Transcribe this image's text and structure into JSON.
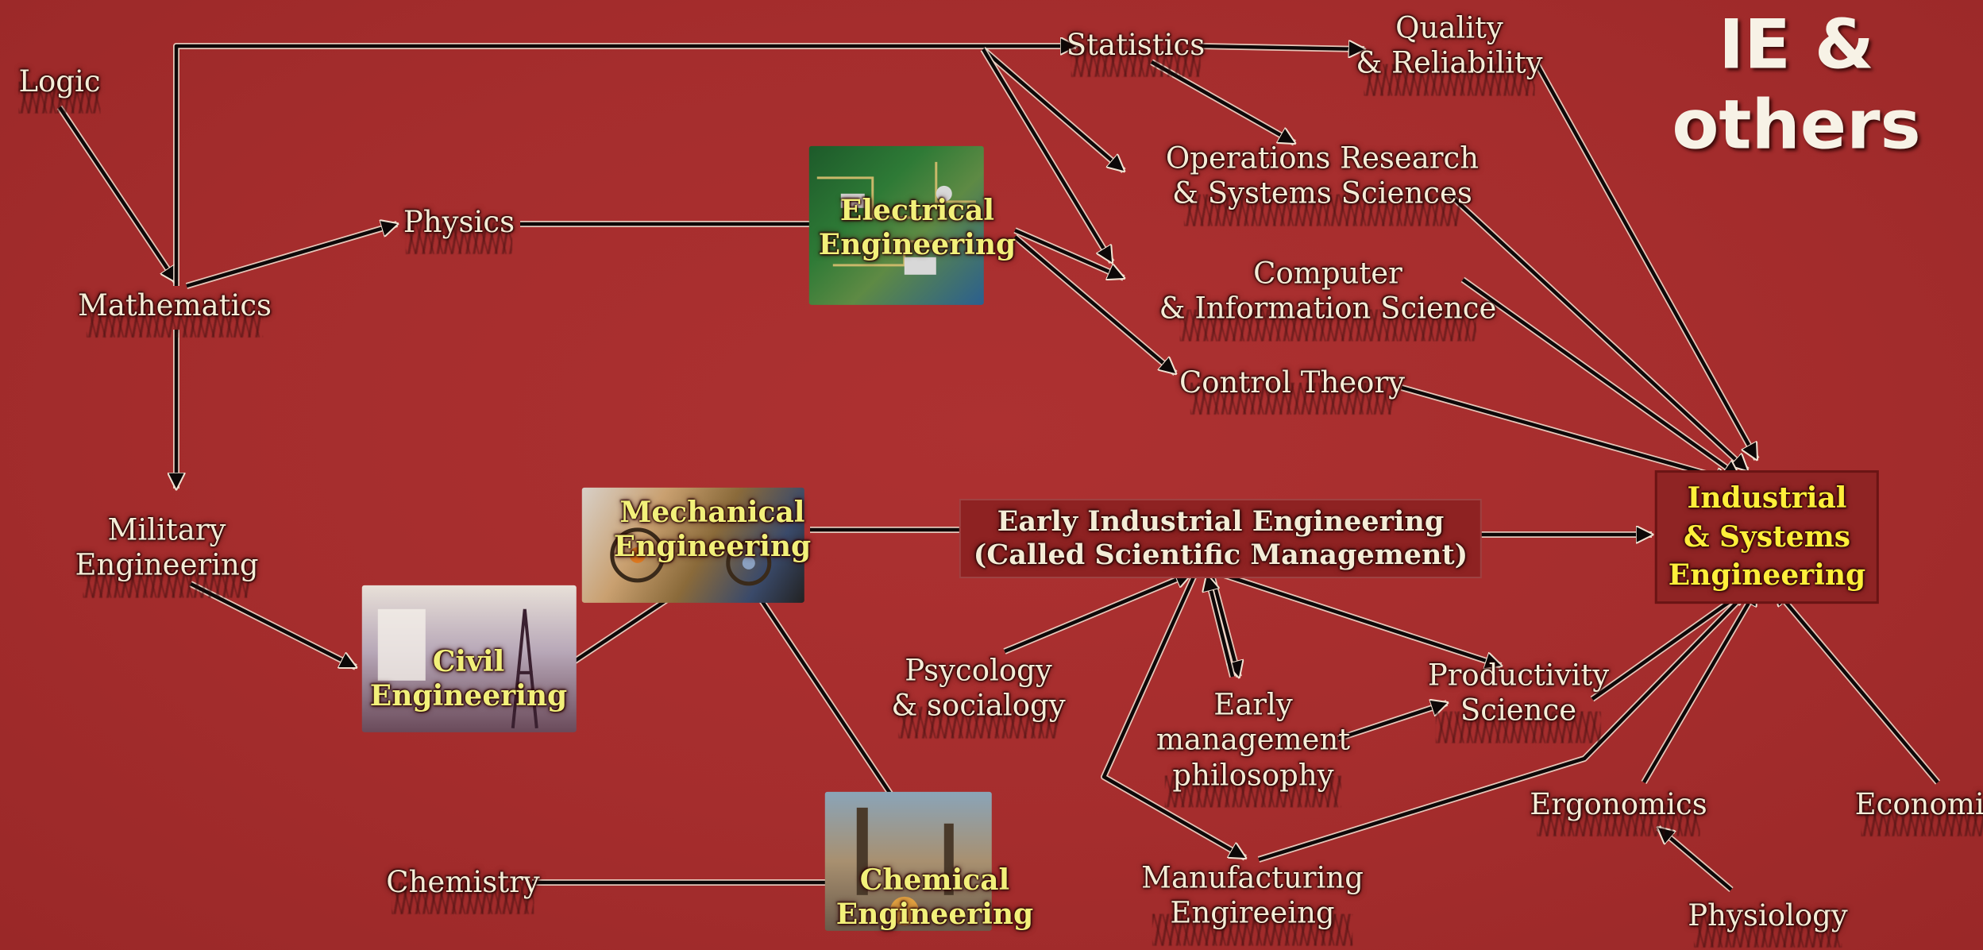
{
  "title": [
    "IE &",
    "others"
  ],
  "nodes": {
    "logic": [
      "Logic"
    ],
    "mathematics": [
      "Mathematics"
    ],
    "physics": [
      "Physics"
    ],
    "statistics": [
      "Statistics"
    ],
    "quality": [
      "Quality",
      "& Reliability"
    ],
    "operations_research": [
      "Operations Research",
      "& Systems Sciences"
    ],
    "computer_science": [
      "Computer",
      "& Information Science"
    ],
    "control_theory": [
      "Control Theory"
    ],
    "electrical": [
      "Electrical",
      "Engineering"
    ],
    "military": [
      "Military",
      "Engineering"
    ],
    "mechanical": [
      "Mechanical",
      "Engineering"
    ],
    "civil": [
      "Civil",
      "Engineering"
    ],
    "chemical": [
      "Chemical",
      "Engineering"
    ],
    "chemistry": [
      "Chemistry"
    ],
    "early_ie": [
      "Early Industrial Engineering",
      "(Called Scientific Management)"
    ],
    "psychology": [
      "Psycology",
      "& socialogy"
    ],
    "early_mgmt": [
      "Early",
      "management",
      "philosophy"
    ],
    "productivity": [
      "Productivity",
      "Science"
    ],
    "manufacturing": [
      "Manufacturing",
      "Engireeing"
    ],
    "ise": [
      "Industrial",
      "& Systems",
      "Engineering"
    ],
    "ergonomics": [
      "Ergonomics"
    ],
    "economics": [
      "Economics"
    ],
    "physiology": [
      "Physiology"
    ]
  },
  "edges": [
    [
      "logic",
      "mathematics"
    ],
    [
      "mathematics",
      "statistics"
    ],
    [
      "mathematics",
      "physics"
    ],
    [
      "mathematics",
      "military"
    ],
    [
      "physics",
      "electrical"
    ],
    [
      "statistics",
      "quality"
    ],
    [
      "statistics",
      "operations_research"
    ],
    [
      "statistics",
      "computer_science"
    ],
    [
      "electrical",
      "computer_science"
    ],
    [
      "electrical",
      "control_theory"
    ],
    [
      "quality",
      "ise"
    ],
    [
      "operations_research",
      "ise"
    ],
    [
      "computer_science",
      "ise"
    ],
    [
      "control_theory",
      "ise"
    ],
    [
      "military",
      "civil"
    ],
    [
      "civil",
      "mechanical"
    ],
    [
      "mechanical",
      "early_ie"
    ],
    [
      "mechanical",
      "chemical"
    ],
    [
      "chemistry",
      "chemical"
    ],
    [
      "early_ie",
      "ise"
    ],
    [
      "psychology",
      "early_ie"
    ],
    [
      "early_ie",
      "early_mgmt"
    ],
    [
      "early_mgmt",
      "early_ie"
    ],
    [
      "early_ie",
      "productivity"
    ],
    [
      "early_mgmt",
      "productivity"
    ],
    [
      "early_ie",
      "manufacturing"
    ],
    [
      "manufacturing",
      "ise"
    ],
    [
      "productivity",
      "ise"
    ],
    [
      "ergonomics",
      "ise"
    ],
    [
      "economics",
      "ise"
    ],
    [
      "physiology",
      "ergonomics"
    ]
  ],
  "colors": {
    "background": "#a52e2e",
    "arrow": "#0d0808",
    "arrow_halo": "#f2e2d2",
    "label_text": "#f4ecd6",
    "engineering_label": "#f2f07a",
    "ise_label": "#ffef3a"
  }
}
